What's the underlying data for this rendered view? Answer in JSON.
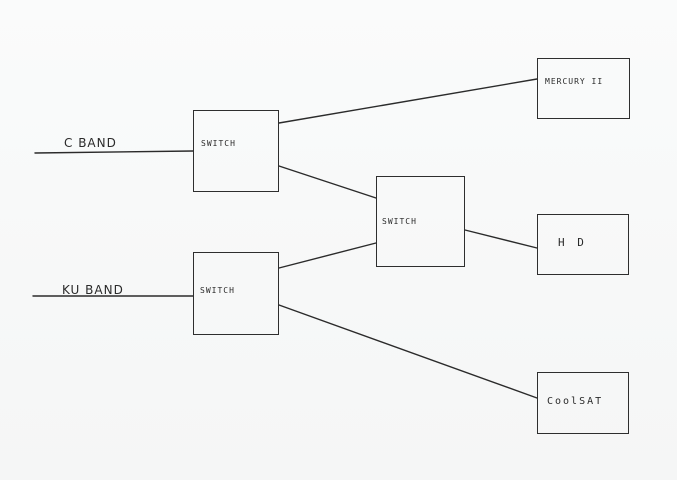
{
  "inputs": {
    "c_band": "C BAND",
    "ku_band": "KU BAND"
  },
  "switches": {
    "top": "SWITCH",
    "bottom": "SWITCH",
    "center": "SWITCH"
  },
  "outputs": {
    "mercury": "MERCURY II",
    "hd": "H D",
    "coolsat": "CoolSAT"
  },
  "colors": {
    "ink": "#2b2b2b",
    "paper": "#f7f8f8"
  }
}
